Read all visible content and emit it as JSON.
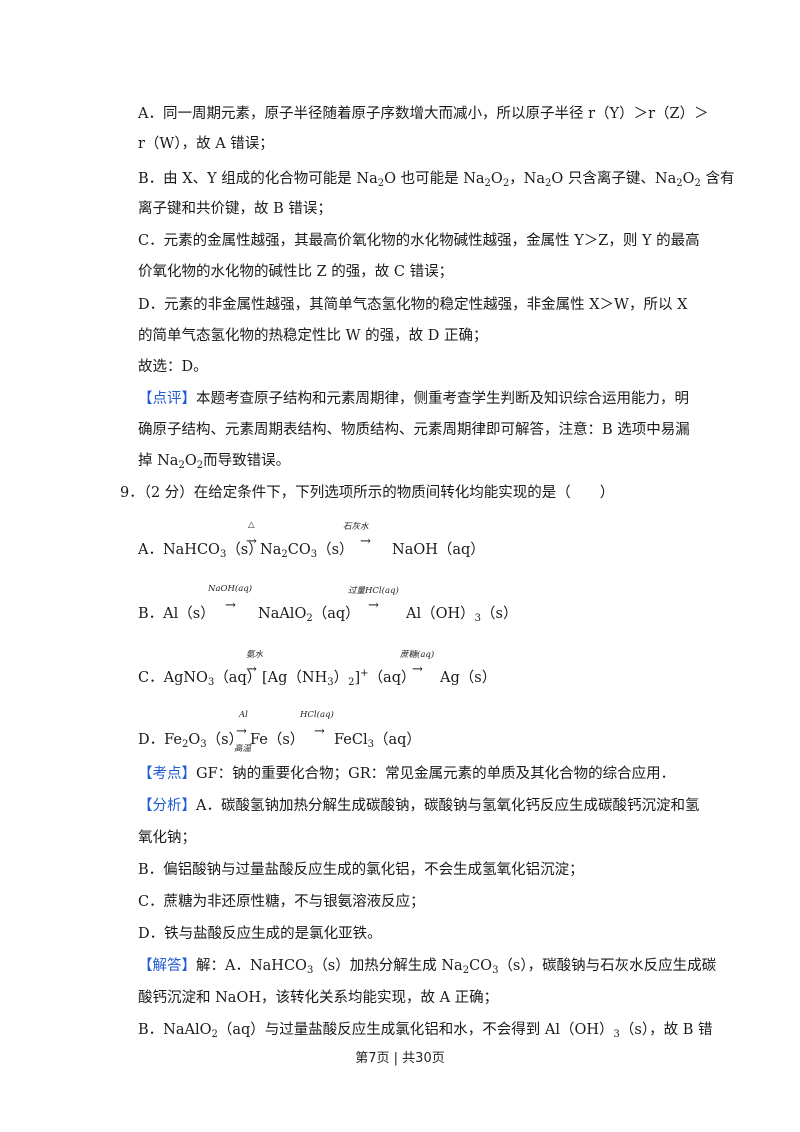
{
  "lines": {
    "a1": "A．同一周期元素，原子半径随着原子序数增大而减小，所以原子半径 r（Y）＞r（Z）＞",
    "a2": "r（W），故 A 错误；",
    "b1_pre": "B．由 X、Y 组成的化合物可能是 Na",
    "b1_m1": "O 也可能是 Na",
    "b1_m2": "O",
    "b1_m3": "，Na",
    "b1_m4": "O 只含离子键、Na",
    "b1_m5": "O",
    "b1_end": " 含有",
    "b2": "离子键和共价键，故 B 错误；",
    "c1": "C．元素的金属性越强，其最高价氧化物的水化物碱性越强，金属性 Y＞Z，则 Y 的最高",
    "c2": "价氧化物的水化物的碱性比 Z 的强，故 C 错误；",
    "d1": "D．元素的非金属性越强，其简单气态氢化物的稳定性越强，非金属性 X＞W，所以 X",
    "d2": "的简单气态氢化物的热稳定性比 W 的强，故 D 正确；",
    "choose": "故选：D。",
    "review_tag": "【点评】",
    "review1": "本题考查原子结构和元素周期律，侧重考查学生判断及知识综合运用能力，明",
    "review2": "确原子结构、元素周期表结构、物质结构、元素周期律即可解答，注意：B 选项中易漏",
    "review3_pre": "掉 Na",
    "review3_mid": "O",
    "review3_end": "而导致错误。",
    "q9": "9．（2 分）在给定条件下，下列选项所示的物质间转化均能实现的是（　　）"
  },
  "sub2": "2",
  "sub3": "3",
  "options": {
    "A": {
      "label": "A．NaHCO",
      "s1": "（s）",
      "over1": "△",
      "p2": "Na",
      "p2b": "CO",
      "s2": "（s）",
      "over2": "石灰水",
      "p3": "NaOH（aq）"
    },
    "B": {
      "label": "B．Al（s）",
      "over1": "NaOH(aq)",
      "p2": "NaAlO",
      "s2": "（aq）",
      "over2": "过量HCl(aq)",
      "p3": "Al（OH）",
      "s3": "（s）"
    },
    "C": {
      "label": "C．AgNO",
      "s1": "（aq）",
      "over1": "氨水",
      "p2": "[Ag（NH",
      "p2b": "）",
      "p2c": "]",
      "plus": "+",
      "s2": "（aq）",
      "over2": "蔗糖(aq)",
      "p3": "Ag（s）"
    },
    "D": {
      "label": "D．Fe",
      "lb": "O",
      "s1": "（s）",
      "over1": "Al",
      "under1": "高温",
      "p2": "Fe（s）",
      "over2": "HCl(aq)",
      "p3": "FeCl",
      "s3": "（aq）"
    }
  },
  "arrow": "→",
  "after": {
    "kd_tag": "【考点】",
    "kd": "GF：钠的重要化合物；GR：常见金属元素的单质及其化合物的综合应用．",
    "fx_tag": "【分析】",
    "fx1": "A．碳酸氢钠加热分解生成碳酸钠，碳酸钠与氢氧化钙反应生成碳酸钙沉淀和氢",
    "fx2": "氧化钠；",
    "fx3": "B．偏铝酸钠与过量盐酸反应生成的氯化铝，不会生成氢氧化铝沉淀；",
    "fx4": "C．蔗糖为非还原性糖，不与银氨溶液反应；",
    "fx5": "D．铁与盐酸反应生成的是氯化亚铁。",
    "jd_tag": "【解答】",
    "jd1_a": "解：A．NaHCO",
    "jd1_b": "（s）加热分解生成 Na",
    "jd1_c": "CO",
    "jd1_d": "（s），碳酸钠与石灰水反应生成碳",
    "jd2": "酸钙沉淀和 NaOH，该转化关系均能实现，故 A 正确；",
    "jd3_a": "B．NaAlO",
    "jd3_b": "（aq）与过量盐酸反应生成氯化铝和水，不会得到 Al（OH）",
    "jd3_c": "（s），故 B 错"
  },
  "footer": "第7页 | 共30页"
}
